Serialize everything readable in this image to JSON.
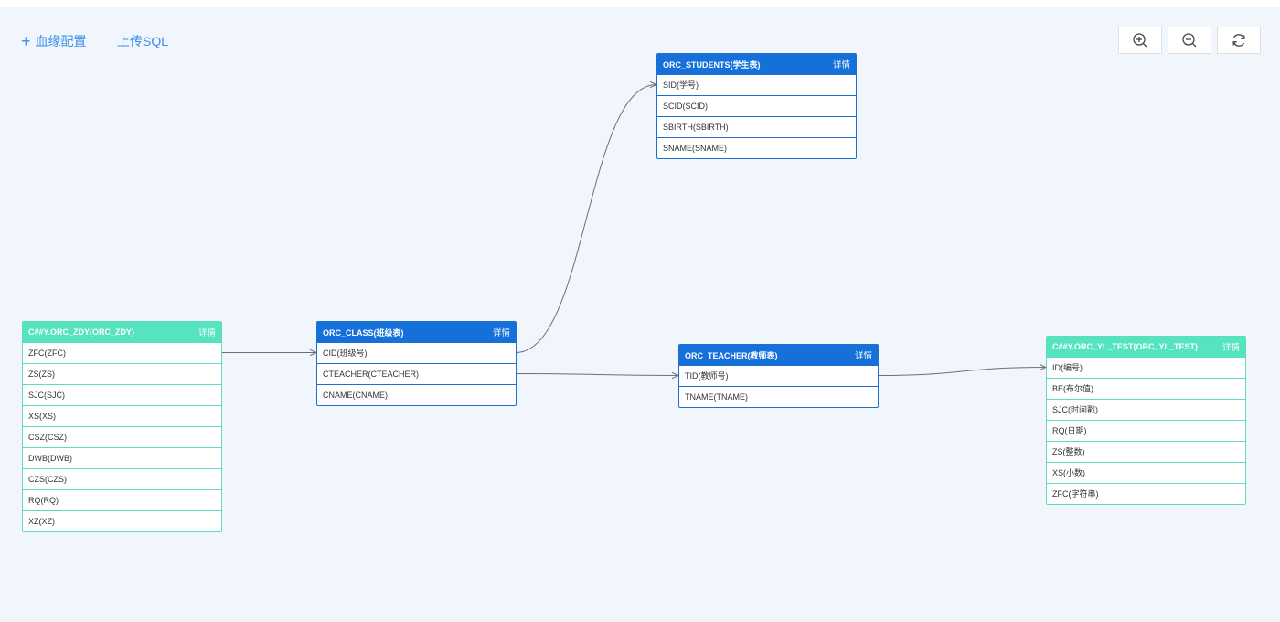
{
  "toolbar": {
    "lineage_config_label": "血缘配置",
    "upload_sql_label": "上传SQL"
  },
  "icons": {
    "add": "plus-icon",
    "zoom_in": "zoom-in-icon",
    "zoom_out": "zoom-out-icon",
    "reset": "refresh-icon"
  },
  "colors": {
    "blue_header": "#1570da",
    "teal_header": "#55e3c0",
    "link": "#3a8ee6",
    "canvas": "#f1f6fd"
  },
  "detail_label": "详情",
  "tables": [
    {
      "id": "zdy",
      "title": "C##Y.ORC_ZDY(ORC_ZDY)",
      "style": "teal",
      "columns": [
        "ZFC(ZFC)",
        "ZS(ZS)",
        "SJC(SJC)",
        "XS(XS)",
        "CSZ(CSZ)",
        "DWB(DWB)",
        "CZS(CZS)",
        "RQ(RQ)",
        "XZ(XZ)"
      ]
    },
    {
      "id": "class",
      "title": "ORC_CLASS(班级表)",
      "style": "blue",
      "columns": [
        "CID(班级号)",
        "CTEACHER(CTEACHER)",
        "CNAME(CNAME)"
      ]
    },
    {
      "id": "students",
      "title": "ORC_STUDENTS(学生表)",
      "style": "blue",
      "columns": [
        "SID(学号)",
        "SCID(SCID)",
        "SBIRTH(SBIRTH)",
        "SNAME(SNAME)"
      ]
    },
    {
      "id": "teacher",
      "title": "ORC_TEACHER(教师表)",
      "style": "blue",
      "columns": [
        "TID(教师号)",
        "TNAME(TNAME)"
      ]
    },
    {
      "id": "yltest",
      "title": "C##Y.ORC_YL_TEST(ORC_YL_TEST)",
      "style": "teal",
      "columns": [
        "ID(编号)",
        "BE(布尔值)",
        "SJC(时间戳)",
        "RQ(日期)",
        "ZS(整数)",
        "XS(小数)",
        "ZFC(字符串)"
      ]
    }
  ],
  "edges": [
    {
      "from": "zdy",
      "from_col": 0,
      "to": "class",
      "to_col": 0
    },
    {
      "from": "class",
      "from_col": 0,
      "to": "students",
      "to_col": 0
    },
    {
      "from": "class",
      "from_col": 1,
      "to": "teacher",
      "to_col": 0
    },
    {
      "from": "teacher",
      "from_col": 0,
      "to": "yltest",
      "to_col": 0
    }
  ]
}
